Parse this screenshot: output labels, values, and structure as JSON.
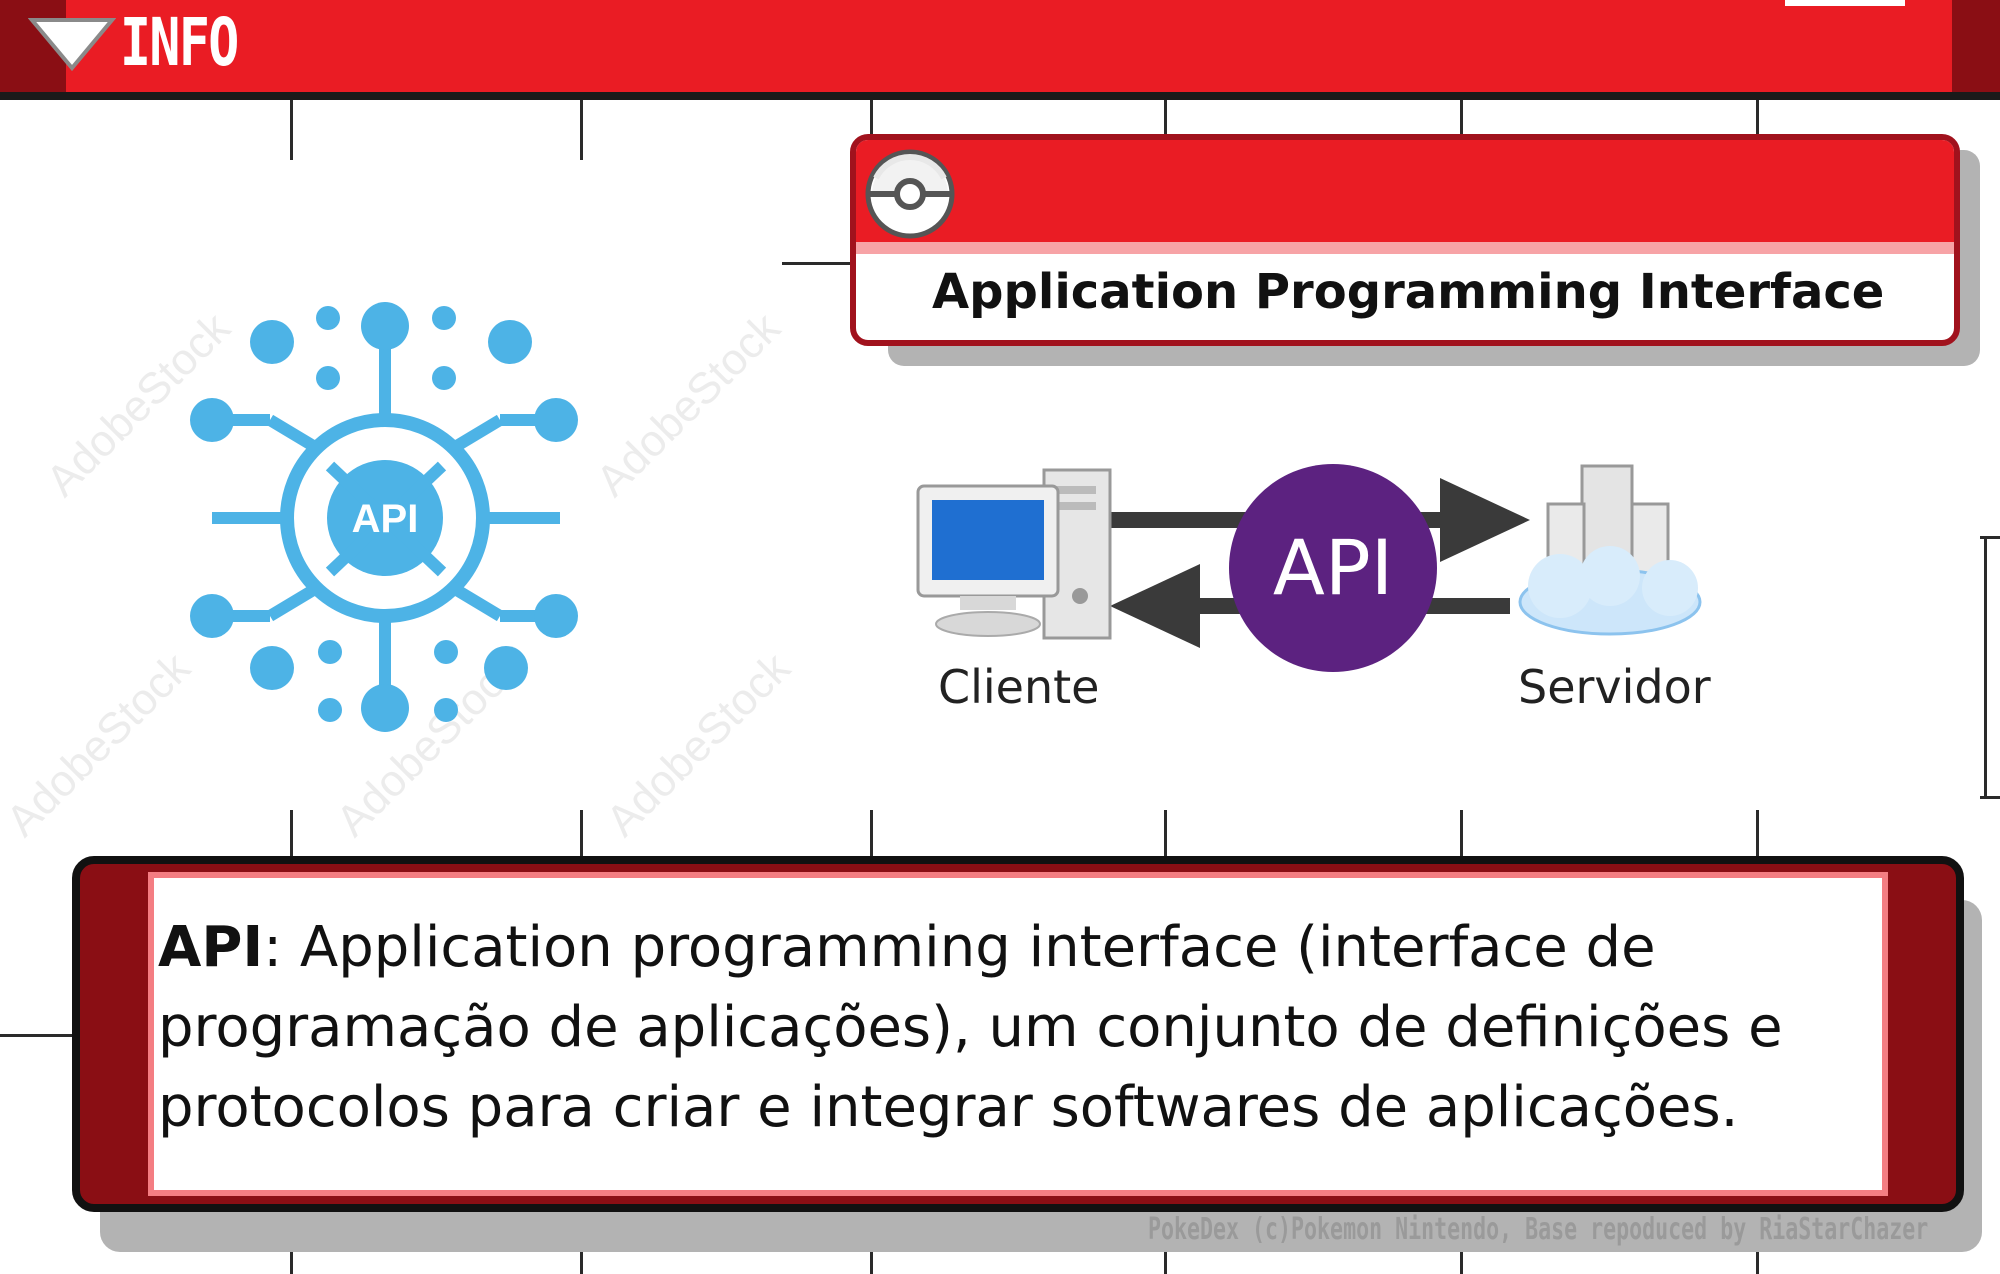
{
  "header": {
    "title": "INFO"
  },
  "name_card": {
    "name": "Application Programming Interface"
  },
  "diagram": {
    "center_label": "API",
    "client_label": "Cliente",
    "server_label": "Servidor"
  },
  "api_icon": {
    "label": "API",
    "color": "#4db3e6"
  },
  "description": {
    "term": "API",
    "text": ": Application programming interface (interface de programação de aplicações), um conjunto de definições e protocolos para criar e integrar softwares de aplicações."
  },
  "credit": "PokeDex (c)Pokemon Nintendo, Base repoduced by RiaStarChazer",
  "watermark": "AdobeStock",
  "colors": {
    "header_red": "#ea1c24",
    "dark_red": "#8a0e14",
    "api_purple": "#5c2280"
  }
}
